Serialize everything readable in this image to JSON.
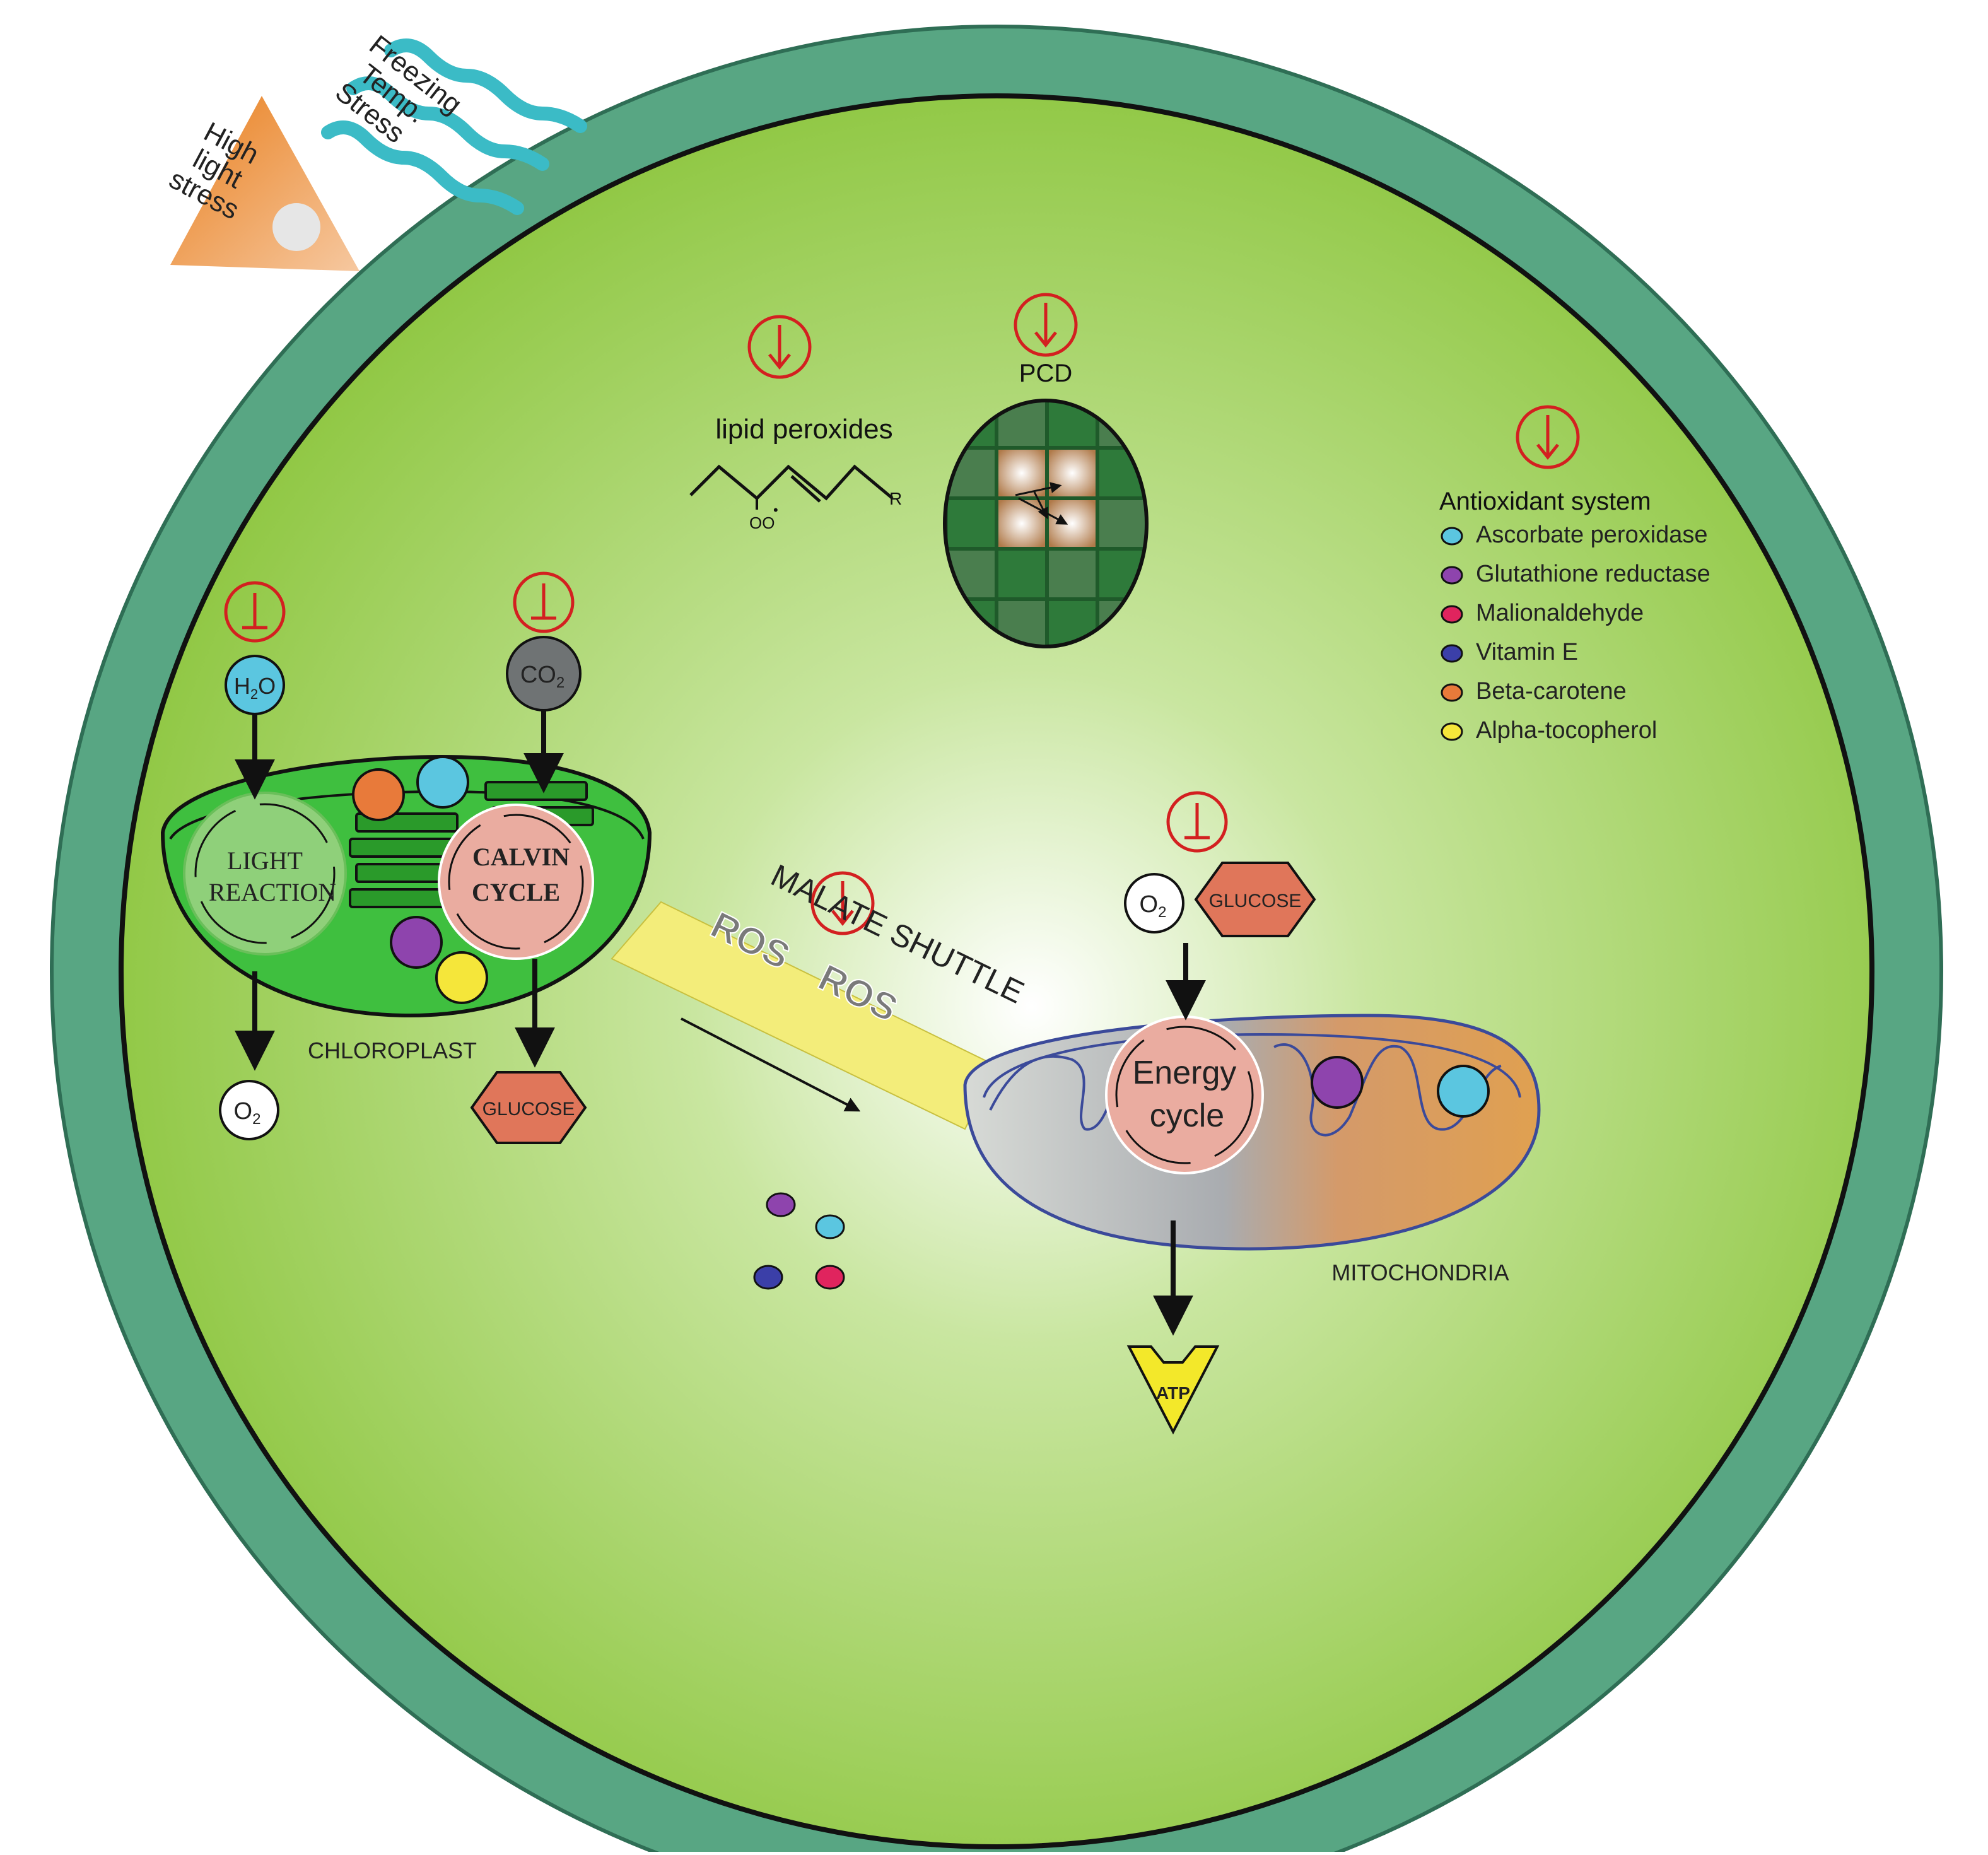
{
  "stressors": {
    "high_light_lines": [
      "High",
      "light",
      "stress"
    ],
    "freezing_lines": [
      "Freezing",
      "Temp.",
      "Stress"
    ]
  },
  "lipid": {
    "label": "lipid peroxides",
    "r_label": "R",
    "oo_label": "OO",
    "oo_sup": "•"
  },
  "pcd": {
    "label": "PCD"
  },
  "antioxidant": {
    "title": "Antioxidant system",
    "items": [
      {
        "label": "Ascorbate peroxidase",
        "color": "#5bc6e0"
      },
      {
        "label": "Glutathione reductase",
        "color": "#8e44ad"
      },
      {
        "label": "Malionaldehyde",
        "color": "#e0245e"
      },
      {
        "label": "Vitamin E",
        "color": "#3b3fa8"
      },
      {
        "label": "Beta-carotene",
        "color": "#e87a3a"
      },
      {
        "label": "Alpha-tocopherol",
        "color": "#f5e63a"
      }
    ]
  },
  "chloroplast": {
    "label": "CHLOROPLAST",
    "light_reaction_lines": [
      "LIGHT",
      "REACTION"
    ],
    "calvin_lines": [
      "CALVIN",
      "CYCLE"
    ],
    "h2o": {
      "main": "H",
      "sub": "2",
      "tail": "O"
    },
    "co2": {
      "main": "CO",
      "sub": "2"
    },
    "o2": {
      "main": "O",
      "sub": "2"
    },
    "glucose": "GLUCOSE"
  },
  "shuttle": {
    "label": "MALATE SHUTTLE",
    "ros_1": "ROS",
    "ros_2": "ROS"
  },
  "mitochondria": {
    "label": "MITOCHONDRIA",
    "energy_lines": [
      "Energy",
      "cycle"
    ],
    "o2": {
      "main": "O",
      "sub": "2"
    },
    "glucose": "GLUCOSE",
    "atp": "ATP"
  },
  "colors": {
    "cell_wall": "#58a683",
    "cytoplasm": "#8dc63f",
    "indicator_red": "#d32020",
    "chloroplast": "#3fbf3f",
    "pink_cycle": "#eaaca0",
    "glucose": "#e0765a",
    "shuttle": "#f3ed7a",
    "atp": "#f3e82a"
  }
}
